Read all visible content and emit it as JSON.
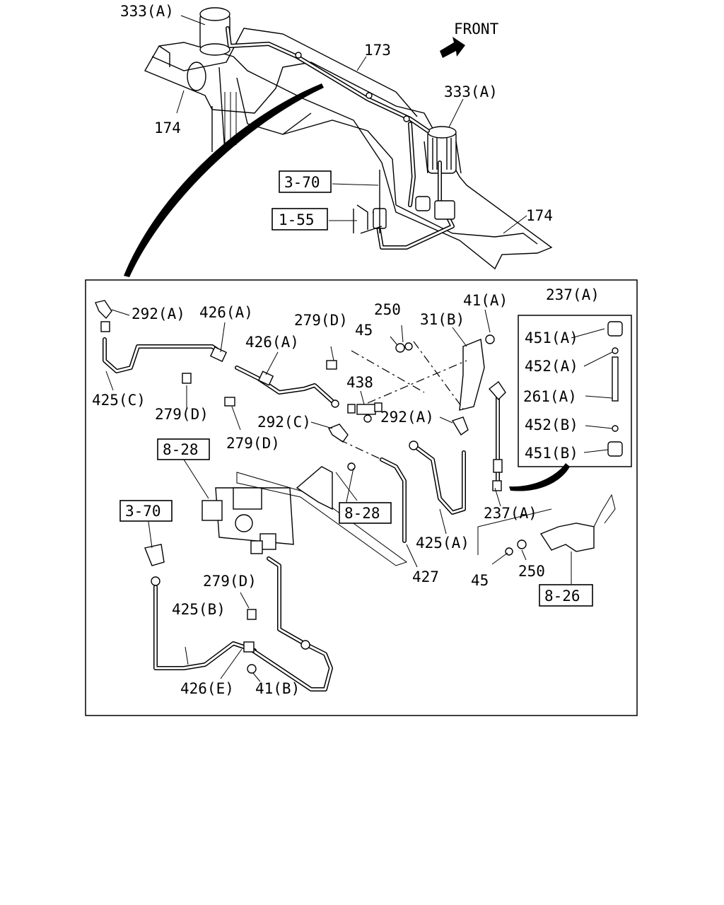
{
  "direction_label": "FRONT",
  "top_view": {
    "labels": {
      "reservoir_rear": "333(A)",
      "reservoir_front": "333(A)",
      "pipe_173": "173",
      "frame_left": "174",
      "frame_right": "174"
    },
    "references": {
      "ref_3_70": "3-70",
      "ref_1_55": "1-55"
    }
  },
  "detail_view": {
    "labels": {
      "l_292a_top": "292(A)",
      "l_426a_1": "426(A)",
      "l_426a_2": "426(A)",
      "l_279d_1": "279(D)",
      "l_250_top": "250",
      "l_41a": "41(A)",
      "l_45_top": "45",
      "l_31b": "31(B)",
      "l_425c": "425(C)",
      "l_279d_2": "279(D)",
      "l_438": "438",
      "l_292c": "292(C)",
      "l_292a_mid": "292(A)",
      "l_279d_3": "279(D)",
      "l_237a_group": "237(A)",
      "l_451a": "451(A)",
      "l_452a": "452(A)",
      "l_261a": "261(A)",
      "l_452b": "452(B)",
      "l_451b": "451(B)",
      "l_237a_bottom": "237(A)",
      "l_425a": "425(A)",
      "l_427": "427",
      "l_45_bottom": "45",
      "l_250_bottom": "250",
      "l_279d_4": "279(D)",
      "l_425b": "425(B)",
      "l_426e": "426(E)",
      "l_41b": "41(B)"
    },
    "references": {
      "ref_8_28_top": "8-28",
      "ref_8_28_mid": "8-28",
      "ref_3_70_detail": "3-70",
      "ref_8_26": "8-26"
    }
  }
}
